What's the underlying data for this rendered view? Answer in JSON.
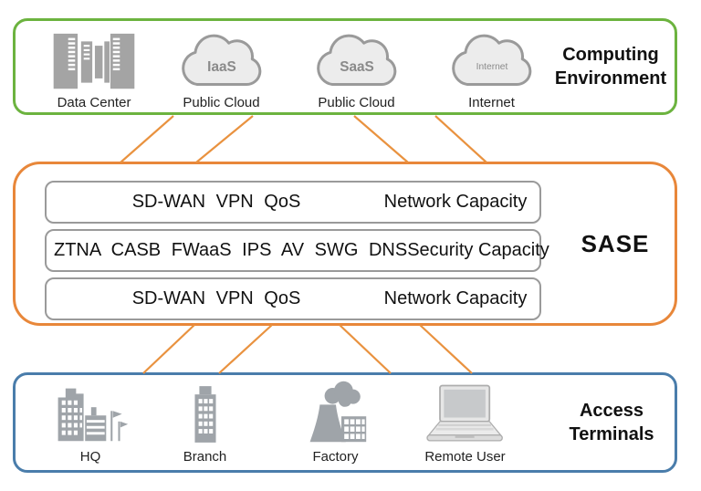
{
  "colors": {
    "computing_border": "#6cb33f",
    "sase_border": "#e8873a",
    "terminals_border": "#4a7dab",
    "connector": "#e9923f",
    "icon_gray": "#9fa4a9",
    "row_border": "#9a9a9a"
  },
  "computing_environment": {
    "title": "Computing Environment",
    "items": [
      {
        "id": "data-center",
        "label": "Data Center"
      },
      {
        "id": "iaas-cloud",
        "cloud_text": "IaaS",
        "label": "Public Cloud"
      },
      {
        "id": "saas-cloud",
        "cloud_text": "SaaS",
        "label": "Public Cloud"
      },
      {
        "id": "internet-cloud",
        "cloud_text": "Internet",
        "label": "Internet"
      }
    ]
  },
  "sase": {
    "title": "SASE",
    "rows": [
      {
        "services": "SD-WAN VPN QoS",
        "capacity": "Network Capacity"
      },
      {
        "services": "ZTNA CASB FWaaS IPS AV SWG DNS",
        "capacity": "Security Capacity"
      },
      {
        "services": "SD-WAN VPN QoS",
        "capacity": "Network Capacity"
      }
    ]
  },
  "access_terminals": {
    "title": "Access Terminals",
    "items": [
      {
        "id": "hq",
        "label": "HQ"
      },
      {
        "id": "branch",
        "label": "Branch"
      },
      {
        "id": "factory",
        "label": "Factory"
      },
      {
        "id": "remote-user",
        "label": "Remote User"
      }
    ]
  }
}
